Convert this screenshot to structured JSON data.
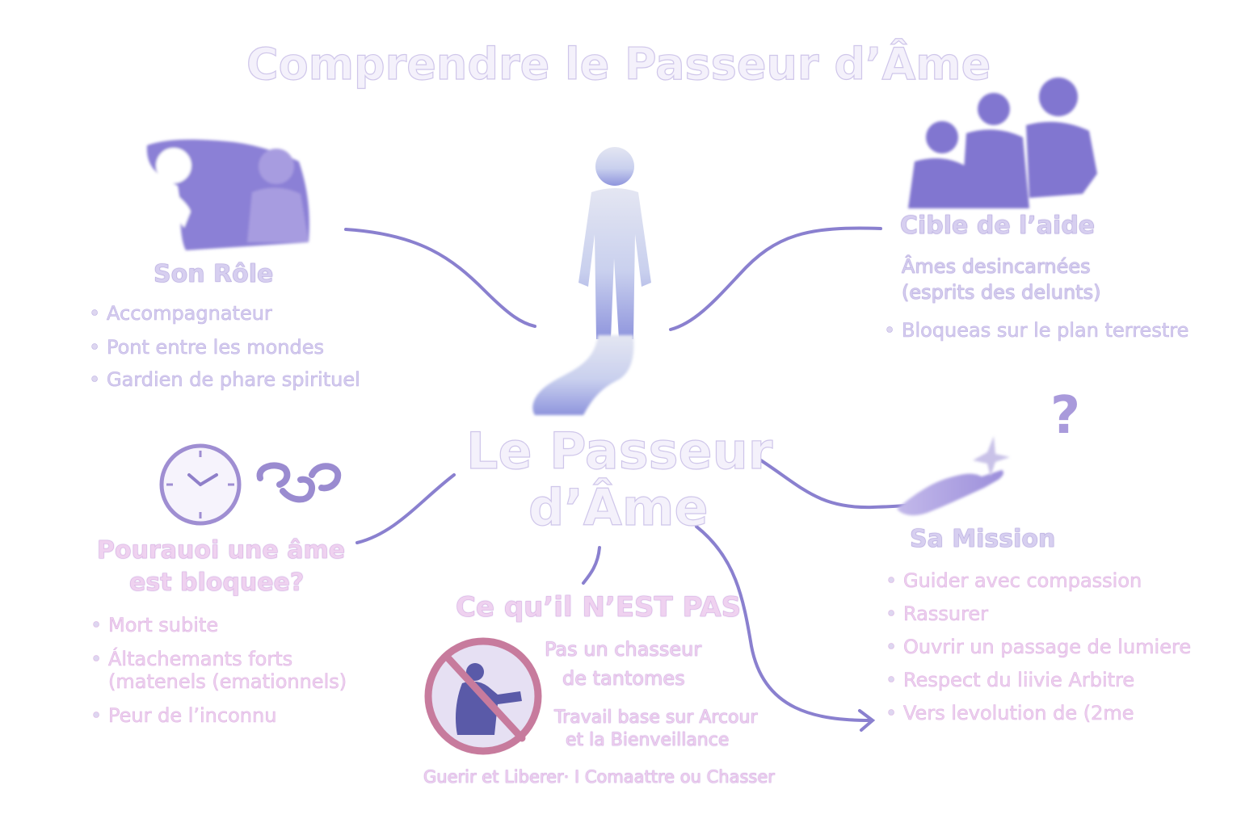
{
  "title": "Comprendre le Passeur d’Âme",
  "center": {
    "line1": "Le Passeur",
    "line2": "d’Âme"
  },
  "role": {
    "heading": "Son Rôle",
    "items": [
      "Accompagnateur",
      "Pont entre les mondes",
      "Gardien de phare spirituel"
    ]
  },
  "target": {
    "heading": "Cible de l’aide",
    "desc_line1": "Âmes desincarnées",
    "desc_line2": "(esprits des delunts)",
    "items": [
      "Bloqueas sur le plan terrestre"
    ]
  },
  "why": {
    "heading_line1": "Pourauoi une âme",
    "heading_line2": "est bloquee?",
    "items": [
      "Mort subite",
      "Áltachemants forts",
      "(matenels (emationnels)",
      "Peur de l’inconnu"
    ]
  },
  "mission": {
    "heading": "Sa Mission",
    "items": [
      "Guider avec compassion",
      "Rassurer",
      "Ouvrir un passage de lumiere",
      "Respect du liivie Arbitre",
      "Vers levolution de (2me"
    ]
  },
  "not": {
    "heading": "Ce qu’il N’EST PAS",
    "line1": "Pas un chasseur",
    "line2": "de tantomes",
    "line3": "Travail base sur Arcour",
    "line4": "et la Bienveillance",
    "footer": "Guerir et Liberer· I Comaattre ou Chasser"
  },
  "icons": {
    "question": "?",
    "list": [
      "person-silhouette-icon",
      "helping-hand-icon",
      "family-group-icon",
      "clock-icon",
      "broken-chain-icon",
      "open-hand-icon",
      "light-star-icon",
      "question-mark-icon",
      "no-ghost-hunter-icon"
    ]
  },
  "colors": {
    "accent": "#7d72c8",
    "connector": "#8a80cf",
    "silhouette": "#7f74d0",
    "pink_ban": "#c77b9d",
    "text_lavender": "#d7cff0",
    "text_pink": "#efd2f0"
  }
}
